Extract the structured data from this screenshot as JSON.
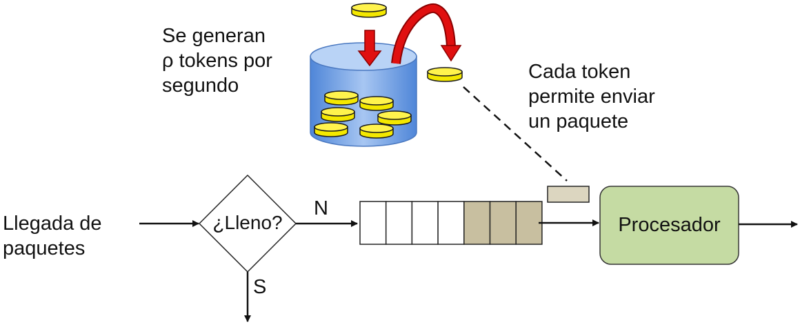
{
  "labels": {
    "token_generation": [
      "Se generan",
      "ρ tokens por",
      "segundo"
    ],
    "token_permits": [
      "Cada token",
      "permite enviar",
      "un paquete"
    ],
    "packet_arrival": [
      "Llegada de",
      "paquetes"
    ],
    "decision": "¿Lleno?",
    "branch_no": "N",
    "branch_yes": "S",
    "processor": "Procesador"
  },
  "queue": {
    "slots": 7,
    "filled_slots": 3
  },
  "bucket": {
    "stacked_tokens": 6
  },
  "colors": {
    "bucket_fill": "#7aa7e6",
    "bucket_top": "#a9c6f0",
    "token_fill": "#f4e800",
    "token_stroke": "#1a1a1a",
    "arrow_red": "#e01010",
    "queue_filled": "#c8bfa0",
    "queue_empty": "#ffffff",
    "processor_fill": "#c5dba3",
    "packet_fill": "#dcd6c0",
    "line": "#111111"
  }
}
